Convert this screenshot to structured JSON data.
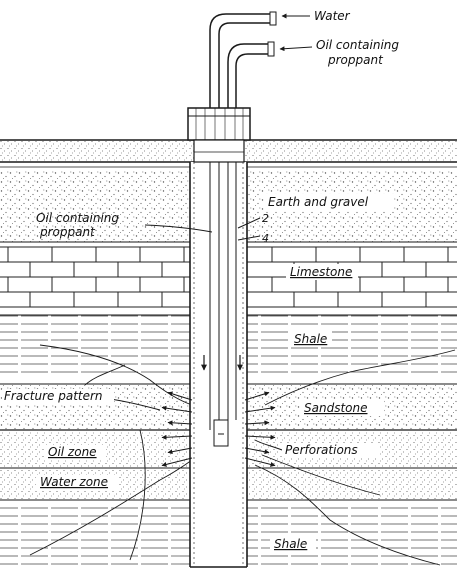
{
  "labels": {
    "water": "Water",
    "oil_proppant_top_1": "Oil containing",
    "oil_proppant_top_2": "proppant",
    "oil_proppant_left_1": "Oil containing",
    "oil_proppant_left_2": "proppant",
    "pipe_2": "2",
    "pipe_4": "4",
    "earth_gravel": "Earth and gravel",
    "limestone": "Limestone",
    "shale_upper": "Shale",
    "fracture_pattern": "Fracture pattern",
    "sandstone": "Sandstone",
    "perforations": "Perforations",
    "oil_zone": "Oil zone",
    "water_zone": "Water zone",
    "shale_lower": "Shale"
  },
  "colors": {
    "ink": "#1a1a1a",
    "paper": "#ffffff",
    "stipple": "#555555"
  }
}
